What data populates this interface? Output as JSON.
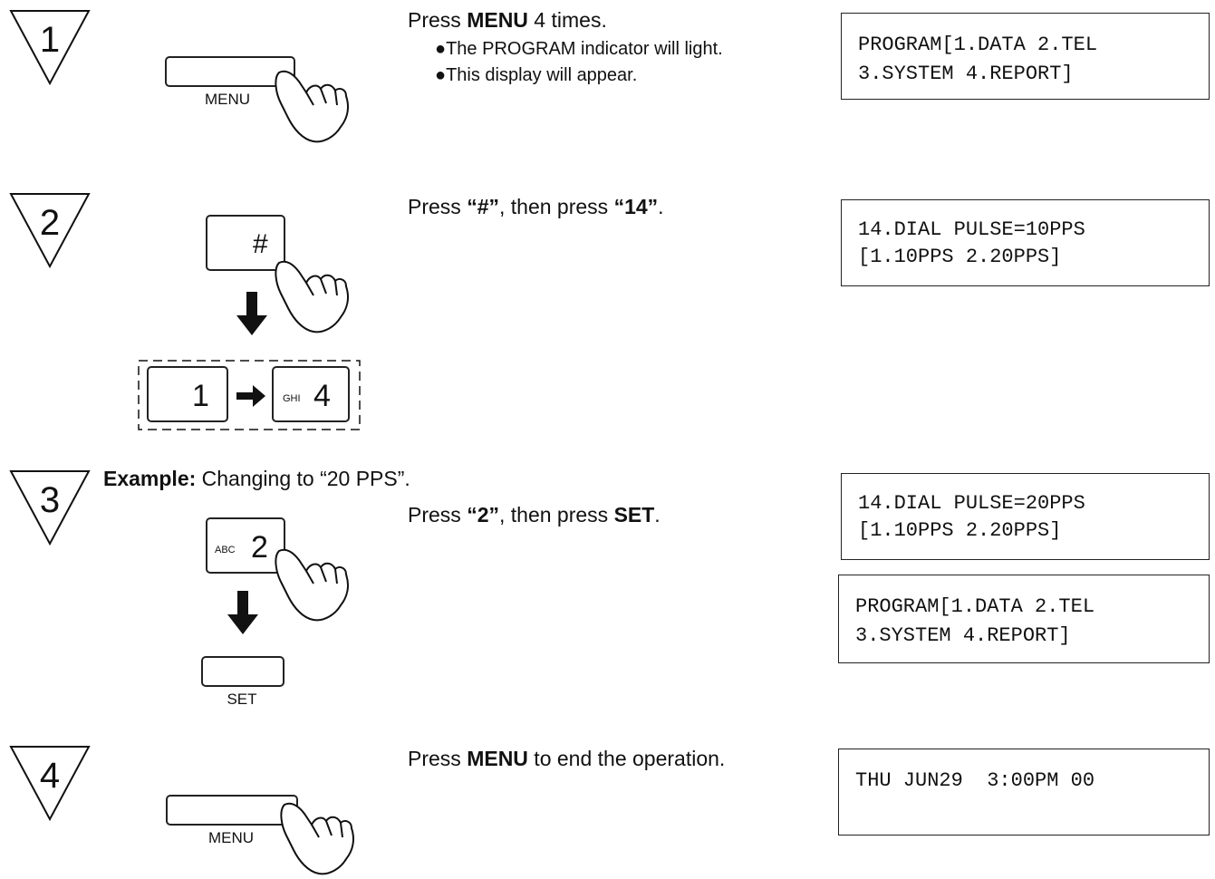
{
  "steps": [
    {
      "num": "1"
    },
    {
      "num": "2"
    },
    {
      "num": "3"
    },
    {
      "num": "4"
    }
  ],
  "step1": {
    "prefix": "Press ",
    "key": "MENU",
    "suffix": " 4 times.",
    "bullets": [
      "●The PROGRAM indicator will light.",
      "●This display will appear."
    ],
    "key_label": "MENU",
    "lcd": [
      "PROGRAM[1.DATA 2.TEL",
      "3.SYSTEM 4.REPORT]"
    ]
  },
  "step2": {
    "p1": "Press ",
    "k1": "“#”",
    "p2": ", then press ",
    "k2": "“14”",
    "p3": ".",
    "hash_key": "#",
    "key1": "1",
    "key4_letters": "GHI",
    "key4": "4",
    "lcd": [
      "14.DIAL PULSE=10PPS",
      "[1.10PPS 2.20PPS]"
    ]
  },
  "step3": {
    "example_label": "Example:",
    "example_text": " Changing to “20 PPS”.",
    "p1": "Press ",
    "k1": "“2”",
    "p2": ", then press ",
    "k2": "SET",
    "p3": ".",
    "key2_letters": "ABC",
    "key2": "2",
    "set_label": "SET",
    "lcd_a": [
      "14.DIAL PULSE=20PPS",
      "[1.10PPS 2.20PPS]"
    ],
    "lcd_b": [
      "PROGRAM[1.DATA 2.TEL",
      "3.SYSTEM 4.REPORT]"
    ]
  },
  "step4": {
    "prefix": "Press ",
    "key": "MENU",
    "suffix": " to end the operation.",
    "key_label": "MENU",
    "lcd": [
      "THU JUN29  3:00PM 00",
      ""
    ]
  },
  "icons": {
    "step_marker": "inverted-triangle-icon",
    "pressing_hand": "pointing-hand-icon",
    "down_arrow": "down-arrow-icon",
    "right_arrow": "right-arrow-icon"
  }
}
